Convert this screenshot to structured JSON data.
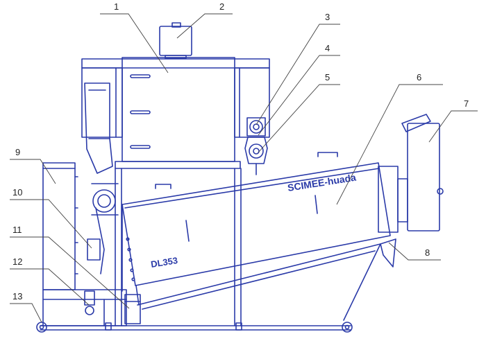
{
  "colors": {
    "outline": "#2a3aa8",
    "leader": "#444444",
    "callout_text": "#222222",
    "background": "#ffffff"
  },
  "machine_texts": {
    "brand": "SCIMEE-huada",
    "model": "DL353"
  },
  "callouts": [
    {
      "id": "1",
      "label": "1"
    },
    {
      "id": "2",
      "label": "2"
    },
    {
      "id": "3",
      "label": "3"
    },
    {
      "id": "4",
      "label": "4"
    },
    {
      "id": "5",
      "label": "5"
    },
    {
      "id": "6",
      "label": "6"
    },
    {
      "id": "7",
      "label": "7"
    },
    {
      "id": "8",
      "label": "8"
    },
    {
      "id": "9",
      "label": "9"
    },
    {
      "id": "10",
      "label": "10"
    },
    {
      "id": "11",
      "label": "11"
    },
    {
      "id": "12",
      "label": "12"
    },
    {
      "id": "13",
      "label": "13"
    }
  ]
}
